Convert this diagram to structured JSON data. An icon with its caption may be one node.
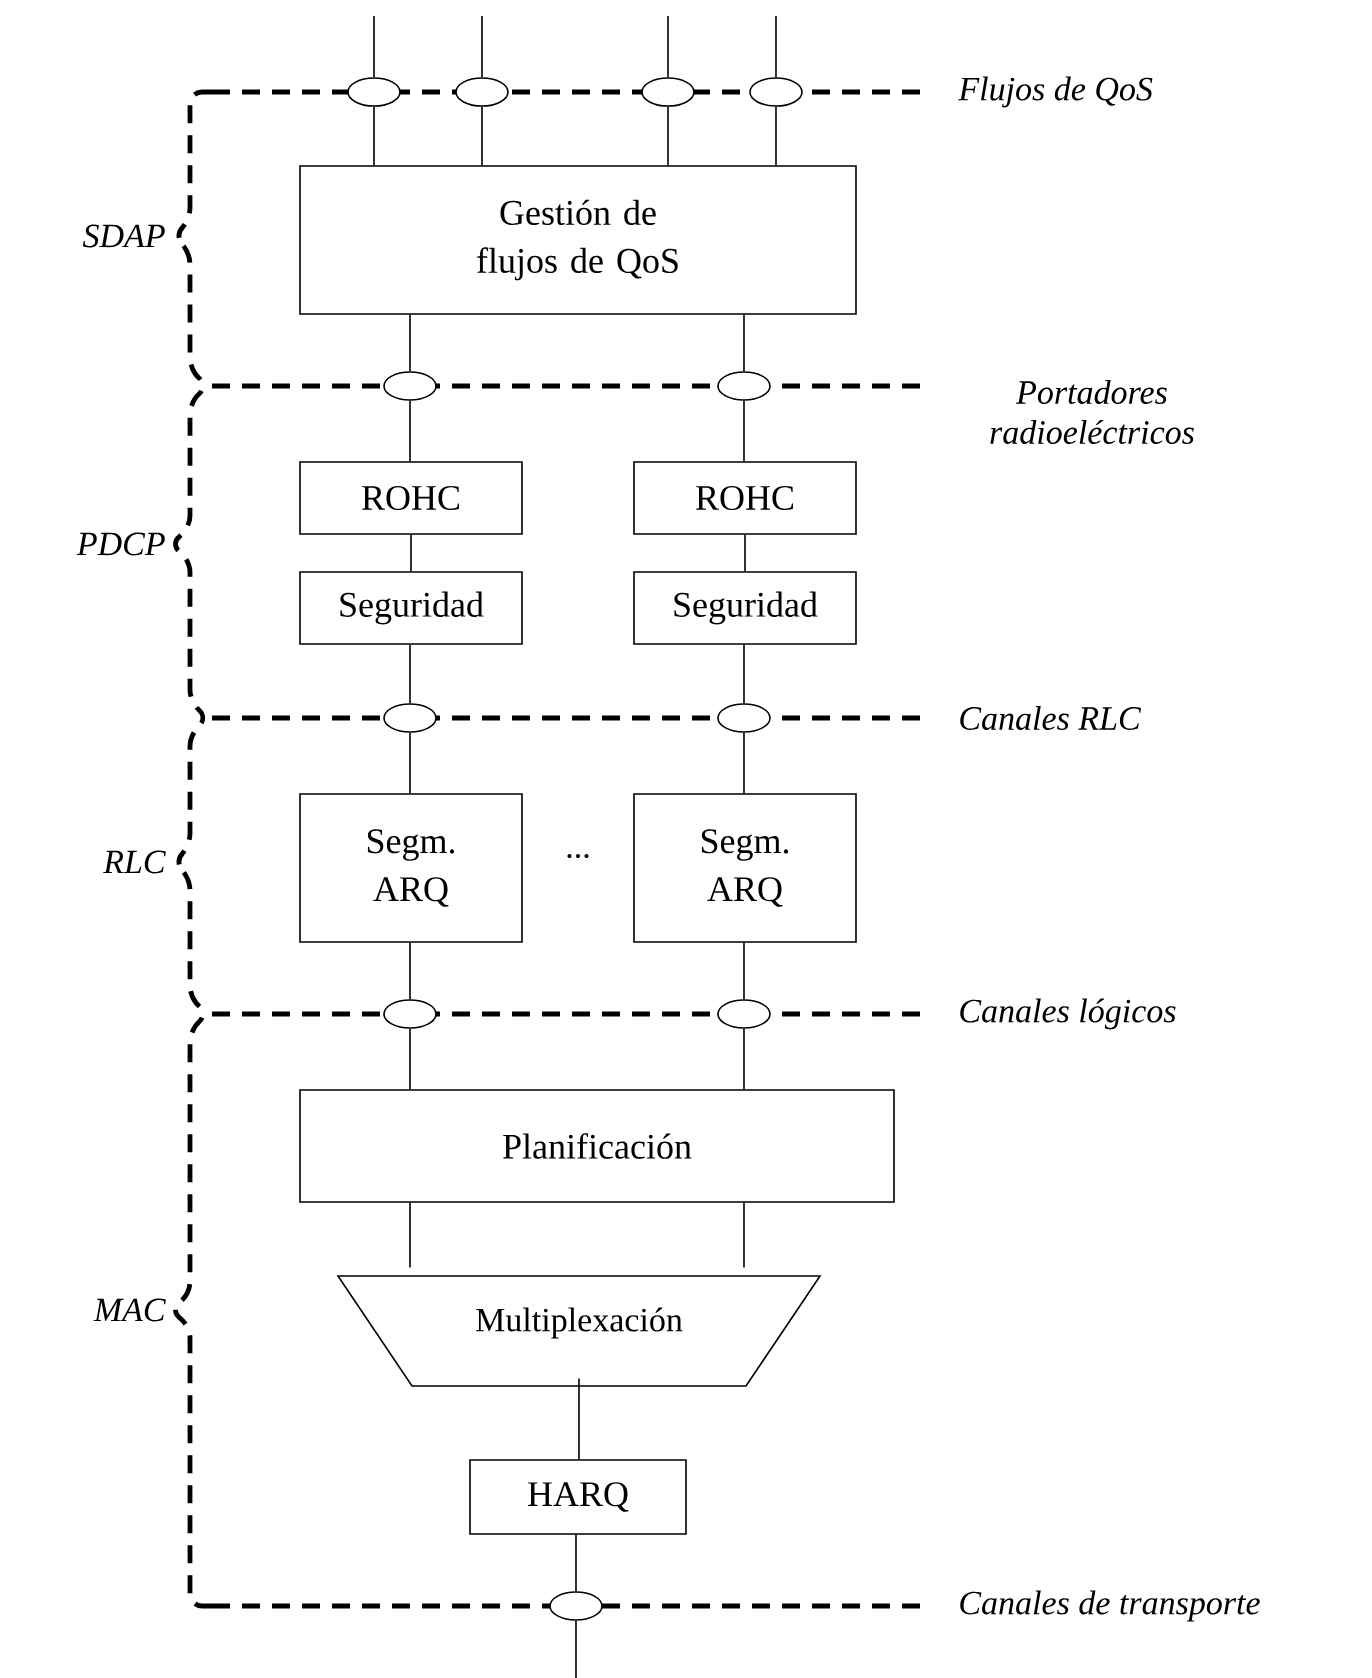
{
  "diagram": {
    "nodes": [
      {
        "text": [],
        "shape": "ellipse"
      },
      {
        "text": [],
        "shape": "ellipse"
      },
      {
        "text": [],
        "shape": "ellipse"
      },
      {
        "text": [],
        "shape": "ellipse"
      },
      {
        "text": [
          "Gestión de flujos de QoS"
        ]
      },
      {
        "text": [],
        "shape": "ellipse"
      },
      {
        "text": [],
        "shape": "ellipse"
      },
      {
        "text": [
          "ROHC"
        ]
      },
      {
        "text": [
          "ROHC"
        ]
      },
      {
        "text": [
          "Seguridad"
        ]
      },
      {
        "text": [
          "Seguridad"
        ]
      },
      {
        "text": [],
        "shape": "ellipse"
      },
      {
        "text": [],
        "shape": "ellipse"
      },
      {
        "text": [
          "Segm. ARQ"
        ]
      },
      {
        "text": [
          "Segm. ARQ"
        ]
      },
      {
        "text": [],
        "shape": "ellipse"
      },
      {
        "text": [],
        "shape": "ellipse"
      },
      {
        "text": [
          "Planificación"
        ]
      },
      {
        "text": [
          "Multiplexación"
        ]
      },
      {
        "text": [
          "HARQ"
        ]
      },
      {
        "text": [],
        "shape": "ellipse"
      }
    ],
    "edges": [
      {
        "from": null,
        "to": 0,
        "arrow": "none"
      },
      {
        "from": null,
        "to": 1,
        "arrow": "none"
      },
      {
        "from": null,
        "to": 2,
        "arrow": "none"
      },
      {
        "from": null,
        "to": 3,
        "arrow": "none"
      },
      {
        "from": 0,
        "to": 4,
        "arrow": "none"
      },
      {
        "from": 1,
        "to": 4,
        "arrow": "none"
      },
      {
        "from": 2,
        "to": 4,
        "arrow": "none"
      },
      {
        "from": 3,
        "to": 4,
        "arrow": "none"
      },
      {
        "from": 4,
        "to": 5,
        "arrow": "none"
      },
      {
        "from": 4,
        "to": 6,
        "arrow": "none"
      },
      {
        "from": 5,
        "to": 7,
        "arrow": "none"
      },
      {
        "from": 6,
        "to": 8,
        "arrow": "none"
      },
      {
        "from": 7,
        "to": 9,
        "arrow": "none"
      },
      {
        "from": 8,
        "to": 10,
        "arrow": "none"
      },
      {
        "from": 9,
        "to": 11,
        "arrow": "none"
      },
      {
        "from": 10,
        "to": 12,
        "arrow": "none"
      },
      {
        "from": 11,
        "to": 13,
        "arrow": "none"
      },
      {
        "from": 12,
        "to": 14,
        "arrow": "none"
      },
      {
        "from": 13,
        "to": 15,
        "arrow": "none"
      },
      {
        "from": 14,
        "to": 16,
        "arrow": "none"
      },
      {
        "from": 15,
        "to": 17,
        "arrow": "none"
      },
      {
        "from": 16,
        "to": 17,
        "arrow": "none"
      },
      {
        "from": 17,
        "to": 18,
        "arrow": "none"
      },
      {
        "from": 17,
        "to": 18,
        "arrow": "none"
      },
      {
        "from": 18,
        "to": 19,
        "arrow": "none"
      },
      {
        "from": 19,
        "to": 20,
        "arrow": "none"
      },
      {
        "from": 20,
        "to": null,
        "arrow": "none"
      }
    ],
    "labels": [
      "Flujos de QoS",
      "SDAP",
      "Portadores radioeléctricos",
      "PDCP",
      "Canales RLC",
      "RLC",
      "...",
      "Canales lógicos",
      "MAC",
      "Canales de transporte"
    ]
  }
}
